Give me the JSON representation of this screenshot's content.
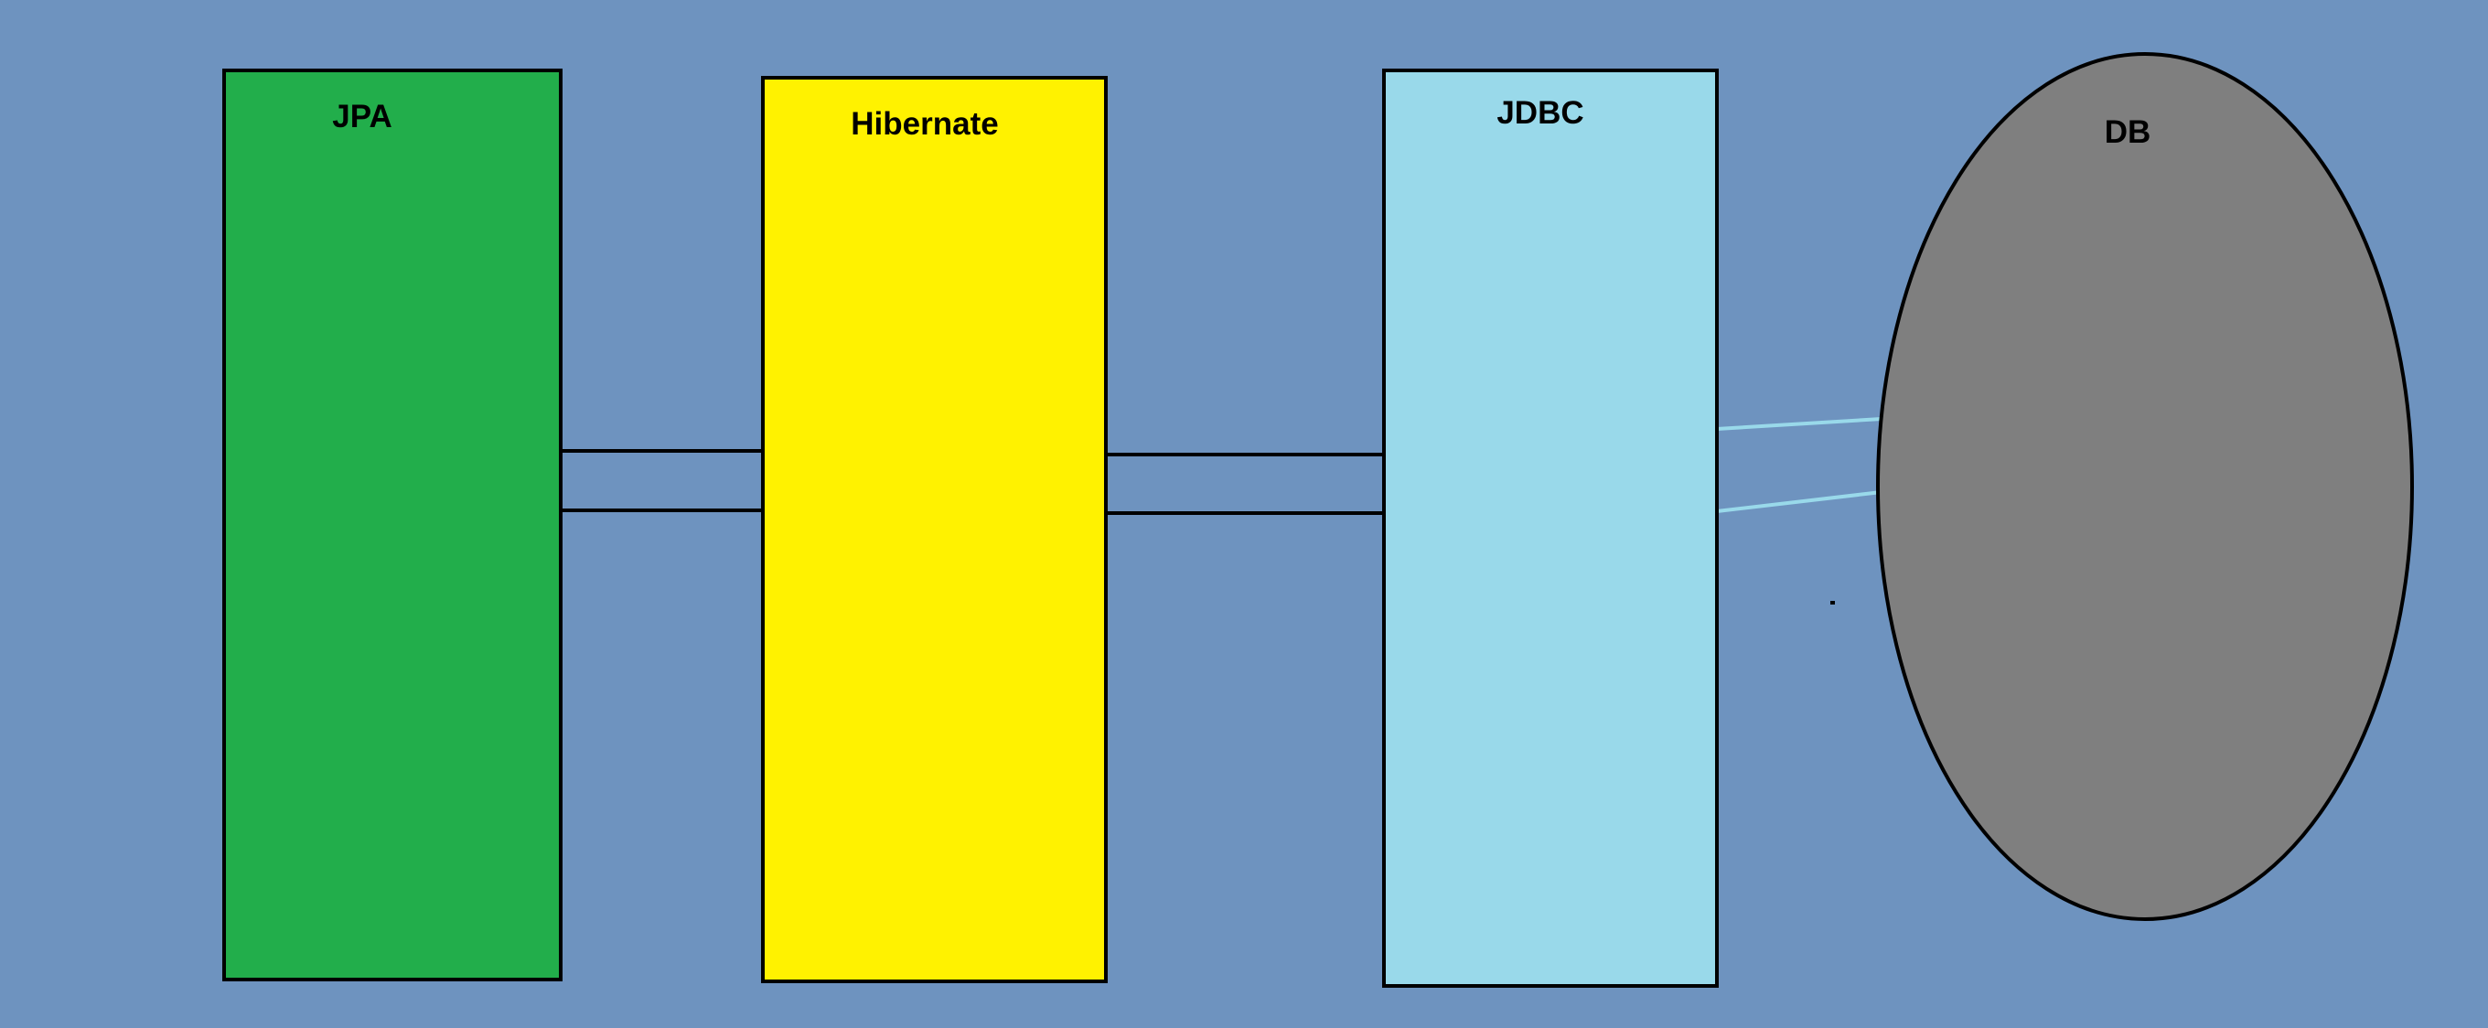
{
  "diagram": {
    "background_color": "#6e93bf",
    "nodes": [
      {
        "id": "jpa",
        "label": "JPA",
        "shape": "rectangle",
        "fill": "#22ae4b"
      },
      {
        "id": "hibernate",
        "label": "Hibernate",
        "shape": "rectangle",
        "fill": "#fff200"
      },
      {
        "id": "jdbc",
        "label": "JDBC",
        "shape": "rectangle",
        "fill": "#99d9ea"
      },
      {
        "id": "db",
        "label": "DB",
        "shape": "ellipse",
        "fill": "#7f7f7f"
      }
    ],
    "connectors": [
      {
        "from": "jpa",
        "to": "hibernate",
        "style": "double-line",
        "color": "#000000"
      },
      {
        "from": "hibernate",
        "to": "jdbc",
        "style": "double-line",
        "color": "#000000"
      },
      {
        "from": "jdbc",
        "to": "db",
        "style": "double-line",
        "color": "#99d9ea"
      }
    ]
  }
}
